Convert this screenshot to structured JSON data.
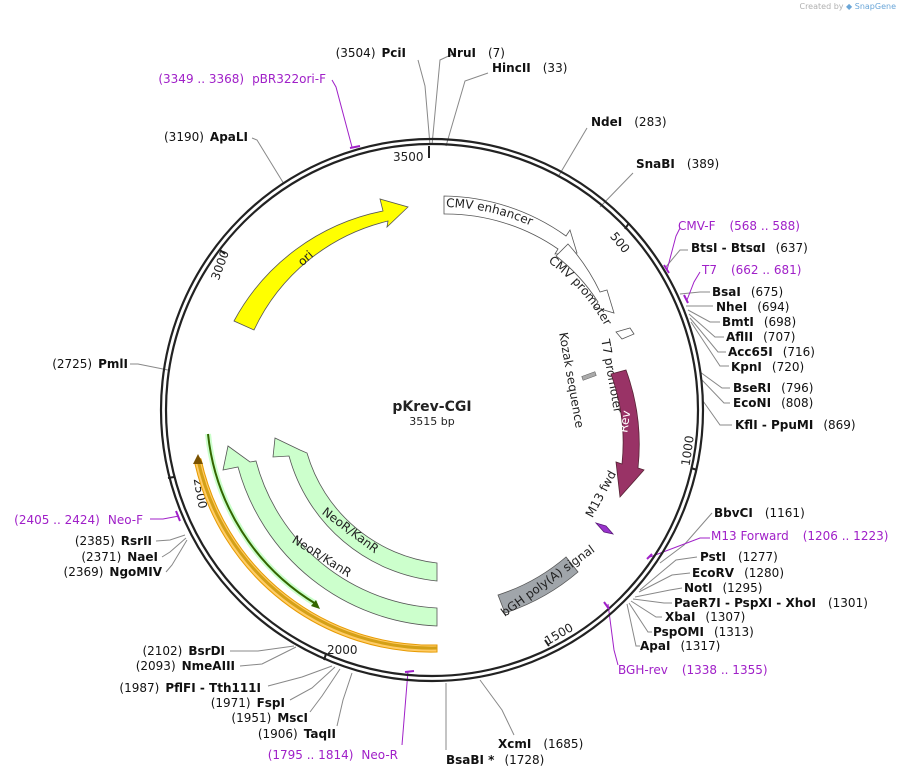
{
  "credit": {
    "prefix": "Created by",
    "brand": "SnapGene"
  },
  "plasmid": {
    "name": "pKrev-CGI",
    "length": 3515,
    "size_text": "3515 bp"
  },
  "colors": {
    "primer": "#a020c8",
    "backbone": "#222222",
    "site_line": "#888888",
    "ori": "#ffff00",
    "neo": "#ccffcc",
    "rev": "#993366",
    "polyA": "#a0a5aa",
    "m13": "#9933cc",
    "orange": "#ffcc66",
    "darkgreen": "#336600"
  },
  "ticks": [
    {
      "bp": 500,
      "label": "500"
    },
    {
      "bp": 1000,
      "label": "1000"
    },
    {
      "bp": 1500,
      "label": "1500"
    },
    {
      "bp": 2000,
      "label": "2000"
    },
    {
      "bp": 2500,
      "label": "2500"
    },
    {
      "bp": 3000,
      "label": "3000"
    },
    {
      "bp": 3500,
      "label": "3500"
    }
  ],
  "sites": [
    {
      "name": "PciI",
      "pos": "(3504)",
      "bp": 3504
    },
    {
      "name": "NruI",
      "pos": "(7)",
      "bp": 7
    },
    {
      "name": "HincII",
      "pos": "(33)",
      "bp": 33
    },
    {
      "name": "NdeI",
      "pos": "(283)",
      "bp": 283
    },
    {
      "name": "SnaBI",
      "pos": "(389)",
      "bp": 389
    },
    {
      "name": "BtsI - BtsαI",
      "pos": "(637)",
      "bp": 637
    },
    {
      "name": "BsaI",
      "pos": "(675)",
      "bp": 675
    },
    {
      "name": "NheI",
      "pos": "(694)",
      "bp": 694
    },
    {
      "name": "BmtI",
      "pos": "(698)",
      "bp": 698
    },
    {
      "name": "AflII",
      "pos": "(707)",
      "bp": 707
    },
    {
      "name": "Acc65I",
      "pos": "(716)",
      "bp": 716
    },
    {
      "name": "KpnI",
      "pos": "(720)",
      "bp": 720
    },
    {
      "name": "BseRI",
      "pos": "(796)",
      "bp": 796
    },
    {
      "name": "EcoNI",
      "pos": "(808)",
      "bp": 808
    },
    {
      "name": "KflI - PpuMI",
      "pos": "(869)",
      "bp": 869
    },
    {
      "name": "BbvCI",
      "pos": "(1161)",
      "bp": 1161
    },
    {
      "name": "PstI",
      "pos": "(1277)",
      "bp": 1277
    },
    {
      "name": "EcoRV",
      "pos": "(1280)",
      "bp": 1280
    },
    {
      "name": "NotI",
      "pos": "(1295)",
      "bp": 1295
    },
    {
      "name": "PaeR7I - PspXI - XhoI",
      "pos": "(1301)",
      "bp": 1301
    },
    {
      "name": "XbaI",
      "pos": "(1307)",
      "bp": 1307
    },
    {
      "name": "PspOMI",
      "pos": "(1313)",
      "bp": 1313
    },
    {
      "name": "ApaI",
      "pos": "(1317)",
      "bp": 1317
    },
    {
      "name": "XcmI",
      "pos": "(1685)",
      "bp": 1685
    },
    {
      "name": "BsaBI *",
      "pos": "(1728)",
      "bp": 1728
    },
    {
      "name": "TaqII",
      "pos": "(1906)",
      "bp": 1906
    },
    {
      "name": "MscI",
      "pos": "(1951)",
      "bp": 1951
    },
    {
      "name": "FspI",
      "pos": "(1971)",
      "bp": 1971
    },
    {
      "name": "PflFI - Tth111I",
      "pos": "(1987)",
      "bp": 1987
    },
    {
      "name": "NmeAIII",
      "pos": "(2093)",
      "bp": 2093
    },
    {
      "name": "BsrDI",
      "pos": "(2102)",
      "bp": 2102
    },
    {
      "name": "NgoMIV",
      "pos": "(2369)",
      "bp": 2369
    },
    {
      "name": "NaeI",
      "pos": "(2371)",
      "bp": 2371
    },
    {
      "name": "RsrII",
      "pos": "(2385)",
      "bp": 2385
    },
    {
      "name": "PmlI",
      "pos": "(2725)",
      "bp": 2725
    },
    {
      "name": "ApaLI",
      "pos": "(3190)",
      "bp": 3190
    }
  ],
  "primers": [
    {
      "name": "pBR322ori-F",
      "range": "(3349 .. 3368)",
      "start": 3349,
      "end": 3368
    },
    {
      "name": "CMV-F",
      "range": "(568 .. 588)",
      "start": 568,
      "end": 588
    },
    {
      "name": "T7",
      "range": "(662 .. 681)",
      "start": 662,
      "end": 681
    },
    {
      "name": "M13 Forward",
      "range": "(1206 .. 1223)",
      "start": 1206,
      "end": 1223
    },
    {
      "name": "BGH-rev",
      "range": "(1338 .. 1355)",
      "start": 1338,
      "end": 1355
    },
    {
      "name": "Neo-R",
      "range": "(1795 .. 1814)",
      "start": 1795,
      "end": 1814
    },
    {
      "name": "Neo-F",
      "range": "(2405 .. 2424)",
      "start": 2405,
      "end": 2424
    }
  ],
  "features": [
    {
      "label": "ori",
      "start": 2700,
      "end": 3290
    },
    {
      "label": "CMV enhancer",
      "start": 30,
      "end": 410
    },
    {
      "label": "CMV promoter",
      "start": 410,
      "end": 610
    },
    {
      "label": "T7 promoter",
      "start": 662,
      "end": 680
    },
    {
      "label": "Kozak sequence",
      "start": 730,
      "end": 740
    },
    {
      "label": "Rev",
      "start": 790,
      "end": 1140
    },
    {
      "label": "M13 fwd",
      "start": 1204,
      "end": 1221
    },
    {
      "label": "bGH poly(A) signal",
      "start": 1330,
      "end": 1555
    },
    {
      "label": "NeoR/KanR",
      "start": 1920,
      "end": 2540
    },
    {
      "label": "NeoR/KanR",
      "start": 1920,
      "end": 2450
    }
  ]
}
